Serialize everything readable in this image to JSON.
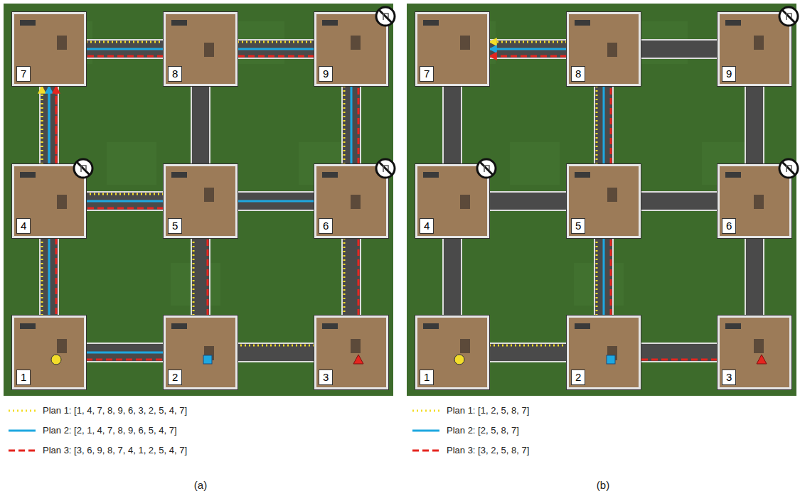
{
  "diagram": {
    "nodes": [
      {
        "text": [
          "7"
        ]
      },
      {
        "text": [
          "8"
        ]
      },
      {
        "text": [
          "9"
        ]
      },
      {
        "text": [
          "4"
        ]
      },
      {
        "text": [
          "5"
        ]
      },
      {
        "text": [
          "6"
        ]
      },
      {
        "text": [
          "1"
        ]
      },
      {
        "text": [
          "2"
        ]
      },
      {
        "text": [
          "3"
        ]
      },
      {
        "text": [
          "7"
        ]
      },
      {
        "text": [
          "8"
        ]
      },
      {
        "text": [
          "9"
        ]
      },
      {
        "text": [
          "4"
        ]
      },
      {
        "text": [
          "5"
        ]
      },
      {
        "text": [
          "6"
        ]
      },
      {
        "text": [
          "1"
        ]
      },
      {
        "text": [
          "2"
        ]
      },
      {
        "text": [
          "3"
        ]
      }
    ],
    "edges": [
      {
        "from": 6,
        "to": 3,
        "arrow": "none"
      },
      {
        "from": 3,
        "to": 0,
        "arrow": "none"
      },
      {
        "from": 0,
        "to": 1,
        "arrow": "none"
      },
      {
        "from": 1,
        "to": 2,
        "arrow": "none"
      },
      {
        "from": 2,
        "to": 5,
        "arrow": "none"
      },
      {
        "from": 5,
        "to": 8,
        "arrow": "none"
      },
      {
        "from": 8,
        "to": 7,
        "arrow": "none"
      },
      {
        "from": 7,
        "to": 4,
        "arrow": "none"
      },
      {
        "from": 4,
        "to": 3,
        "arrow": "none"
      },
      {
        "from": 3,
        "to": 0,
        "arrow": "to"
      },
      {
        "from": 7,
        "to": 6,
        "arrow": "none"
      },
      {
        "from": 6,
        "to": 3,
        "arrow": "none"
      },
      {
        "from": 3,
        "to": 0,
        "arrow": "none"
      },
      {
        "from": 0,
        "to": 1,
        "arrow": "none"
      },
      {
        "from": 1,
        "to": 2,
        "arrow": "none"
      },
      {
        "from": 2,
        "to": 5,
        "arrow": "none"
      },
      {
        "from": 5,
        "to": 4,
        "arrow": "none"
      },
      {
        "from": 4,
        "to": 3,
        "arrow": "none"
      },
      {
        "from": 3,
        "to": 0,
        "arrow": "to"
      },
      {
        "from": 8,
        "to": 5,
        "arrow": "none"
      },
      {
        "from": 5,
        "to": 2,
        "arrow": "none"
      },
      {
        "from": 2,
        "to": 1,
        "arrow": "none"
      },
      {
        "from": 1,
        "to": 0,
        "arrow": "none"
      },
      {
        "from": 0,
        "to": 3,
        "arrow": "none"
      },
      {
        "from": 3,
        "to": 6,
        "arrow": "none"
      },
      {
        "from": 6,
        "to": 7,
        "arrow": "none"
      },
      {
        "from": 7,
        "to": 4,
        "arrow": "none"
      },
      {
        "from": 4,
        "to": 3,
        "arrow": "none"
      },
      {
        "from": 3,
        "to": 0,
        "arrow": "to"
      },
      {
        "from": 15,
        "to": 16,
        "arrow": "none"
      },
      {
        "from": 16,
        "to": 13,
        "arrow": "none"
      },
      {
        "from": 13,
        "to": 10,
        "arrow": "none"
      },
      {
        "from": 10,
        "to": 9,
        "arrow": "to"
      },
      {
        "from": 16,
        "to": 13,
        "arrow": "none"
      },
      {
        "from": 13,
        "to": 10,
        "arrow": "none"
      },
      {
        "from": 10,
        "to": 9,
        "arrow": "to"
      },
      {
        "from": 17,
        "to": 16,
        "arrow": "none"
      },
      {
        "from": 16,
        "to": 13,
        "arrow": "none"
      },
      {
        "from": 13,
        "to": 10,
        "arrow": "none"
      },
      {
        "from": 10,
        "to": 9,
        "arrow": "to"
      }
    ],
    "labels": [
      "(a)",
      "(b)"
    ],
    "legend": [
      {
        "text": "Plan 1: [1, 4, 7, 8, 9, 6, 3, 2, 5, 4, 7]"
      },
      {
        "text": "Plan 2: [2, 1, 4, 7, 8, 9, 6, 5, 4, 7]"
      },
      {
        "text": "Plan 3: [3, 6, 9, 8, 7, 4, 1, 2, 5, 4, 7]"
      },
      {
        "text": "Plan 1: [1, 2, 5, 8, 7]"
      },
      {
        "text": "Plan 2: [2, 5, 8, 7]"
      },
      {
        "text": "Plan 3: [3, 2, 5, 8, 7]"
      }
    ]
  }
}
